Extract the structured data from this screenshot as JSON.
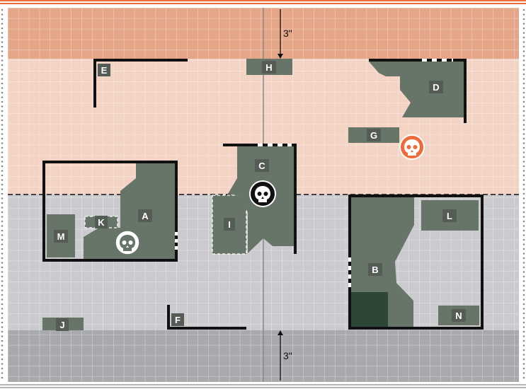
{
  "colors": {
    "deployment_zone": "#e5a587",
    "upper_half": "#f2d3c4",
    "lower_half": "#cbcbcf",
    "deployment_zone_lower": "#a7a9ac",
    "terrain": "#667567",
    "terrain_dark": "#2e4636",
    "wall": "#111111",
    "label_box": "#555b55",
    "objective_accent": "#ef6c3a",
    "border_orange": "#ef6c3a",
    "border_gray": "#b5b5b5"
  },
  "measurements": {
    "top_depth": "3\"",
    "bottom_depth": "3\""
  },
  "terrain": {
    "A": "A",
    "B": "B",
    "C": "C",
    "D": "D",
    "E": "E",
    "F": "F",
    "G": "G",
    "H": "H",
    "I": "I",
    "J": "J",
    "K": "K",
    "L": "L",
    "M": "M",
    "N": "N"
  },
  "objectives": [
    {
      "name": "center",
      "icon": "skull-icon",
      "style": "black"
    },
    {
      "name": "left",
      "icon": "skull-icon",
      "style": "white"
    },
    {
      "name": "right",
      "icon": "skull-icon",
      "style": "orange"
    }
  ]
}
